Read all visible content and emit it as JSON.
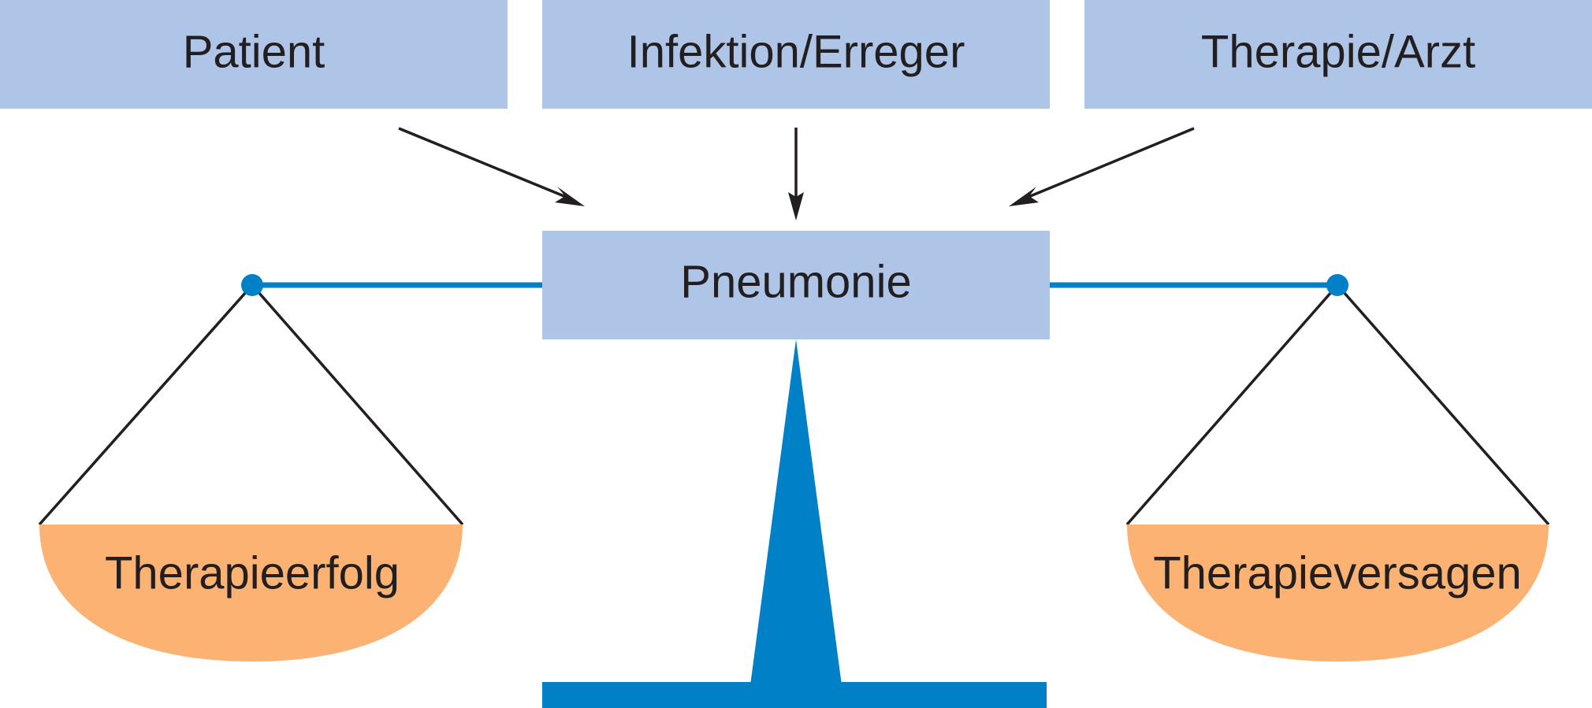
{
  "factors": [
    {
      "id": "patient",
      "label": "Patient"
    },
    {
      "id": "infection",
      "label": "Infektion/Erreger"
    },
    {
      "id": "therapy",
      "label": "Therapie/Arzt"
    }
  ],
  "center": {
    "label": "Pneumonie"
  },
  "outcomes": {
    "left": {
      "label": "Therapieerfolg"
    },
    "right": {
      "label": "Therapieversagen"
    }
  },
  "colors": {
    "box_fill": "#aec5e8",
    "scale_blue": "#0080c6",
    "pan_fill": "#fbb273",
    "ink": "#231f20"
  }
}
